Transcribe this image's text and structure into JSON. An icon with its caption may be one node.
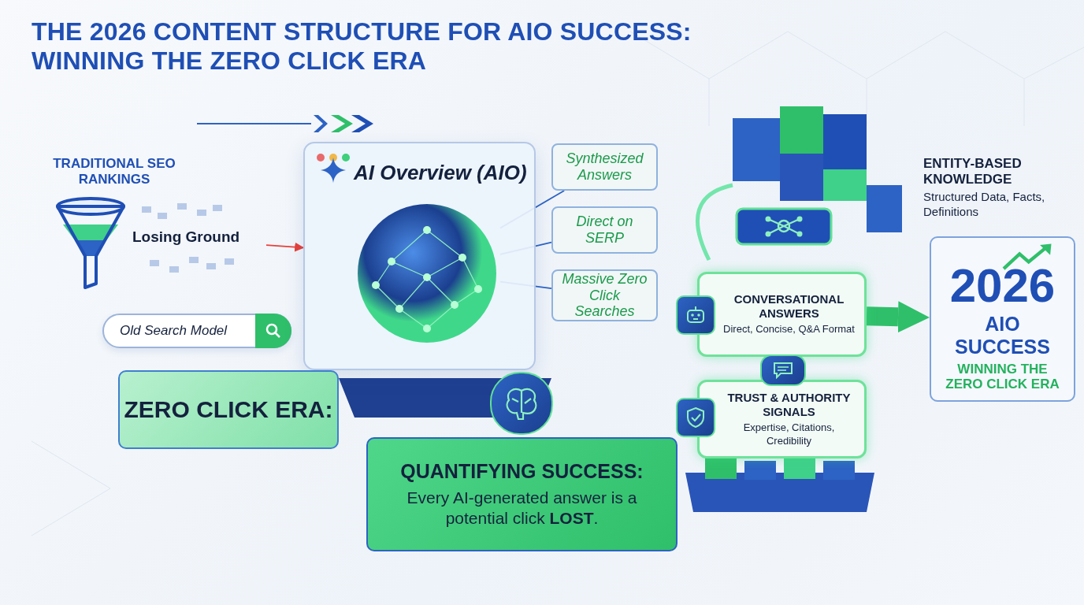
{
  "diagram": {
    "title": "THE 2026 CONTENT STRUCTURE FOR AIO SUCCESS: WINNING THE ZERO CLICK ERA",
    "nodes": [
      {
        "text": [
          "TRADITIONAL SEO RANKINGS"
        ]
      },
      {
        "text": [
          "Losing Ground"
        ]
      },
      {
        "text": [
          "Old Search Model"
        ]
      },
      {
        "text": [
          "AI Overview (AIO)"
        ]
      },
      {
        "text": [],
        "shape": "picture",
        "in": 3
      },
      {
        "text": [
          "Synthesized Answers"
        ]
      },
      {
        "text": [
          "Direct on SERP"
        ]
      },
      {
        "text": [
          "Massive Zero Click Searches"
        ]
      },
      {
        "text": [
          "ZERO CLICK ERA:"
        ]
      },
      {
        "text": [
          "QUANTIFYING SUCCESS:",
          "Every AI-generated answer is a potential click **LOST**."
        ]
      },
      {
        "text": [
          "ENTITY-BASED KNOWLEDGE",
          "Structured Data, Facts, Definitions"
        ]
      },
      {
        "text": [
          "CONVERSATIONAL ANSWERS",
          "Direct, Concise, Q&A Format"
        ]
      },
      {
        "text": [
          "TRUST & AUTHORITY SIGNALS",
          "Expertise, Citations, Credibility"
        ]
      },
      {
        "text": [
          "2026",
          "AIO SUCCESS",
          "WINNING THE ZERO CLICK ERA"
        ]
      }
    ],
    "edges": [
      {
        "from": 1,
        "to": 3,
        "arrow": "to",
        "color": "#e8403a"
      },
      {
        "from": 5,
        "to": 4,
        "arrow": "none"
      },
      {
        "from": 6,
        "to": 4,
        "arrow": "none"
      },
      {
        "from": 7,
        "to": 4,
        "arrow": "none"
      },
      {
        "from": 11,
        "to": 13,
        "arrow": "to",
        "style": "thick",
        "color": "#2fbf6a"
      }
    ]
  }
}
